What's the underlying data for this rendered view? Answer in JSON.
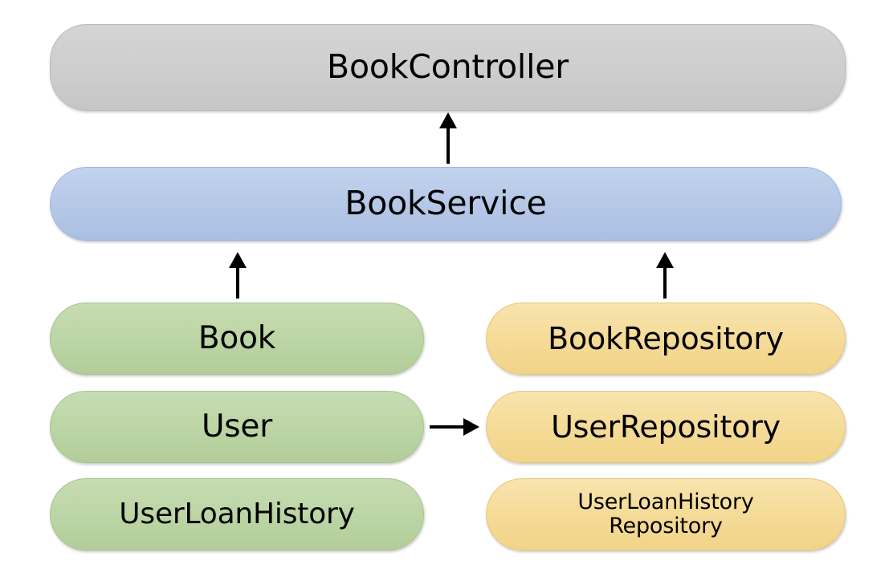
{
  "diagram": {
    "title": "Spring layered architecture diagram",
    "type": "layered-architecture",
    "background_color": "#ffffff",
    "colors": {
      "controller": "#cccccc",
      "service": "#b3c6e7",
      "domain": "#bdd6a6",
      "repository": "#f5dc9a",
      "arrow": "#000000",
      "text": "#000000"
    },
    "nodes": [
      {
        "id": "book-controller",
        "label": "BookController",
        "layer": "controller",
        "color": "#cccccc"
      },
      {
        "id": "book-service",
        "label": "BookService",
        "layer": "service",
        "color": "#b3c6e7"
      },
      {
        "id": "book",
        "label": "Book",
        "layer": "domain",
        "color": "#bdd6a6"
      },
      {
        "id": "user",
        "label": "User",
        "layer": "domain",
        "color": "#bdd6a6"
      },
      {
        "id": "user-loan-history",
        "label": "UserLoanHistory",
        "layer": "domain",
        "color": "#bdd6a6"
      },
      {
        "id": "book-repository",
        "label": "BookRepository",
        "layer": "repository",
        "color": "#f5dc9a"
      },
      {
        "id": "user-repository",
        "label": "UserRepository",
        "layer": "repository",
        "color": "#f5dc9a"
      },
      {
        "id": "user-loan-history-repository",
        "label": "UserLoanHistory\nRepository",
        "layer": "repository",
        "color": "#f5dc9a"
      }
    ],
    "edges": [
      {
        "id": "service-to-controller",
        "from": "book-service",
        "to": "book-controller",
        "direction": "up",
        "label": ""
      },
      {
        "id": "domain-to-service",
        "from": "book",
        "to": "book-service",
        "direction": "up",
        "label": ""
      },
      {
        "id": "repository-to-service",
        "from": "book-repository",
        "to": "book-service",
        "direction": "up",
        "label": ""
      },
      {
        "id": "user-to-user-repository",
        "from": "user",
        "to": "user-repository",
        "direction": "right",
        "label": ""
      }
    ]
  }
}
